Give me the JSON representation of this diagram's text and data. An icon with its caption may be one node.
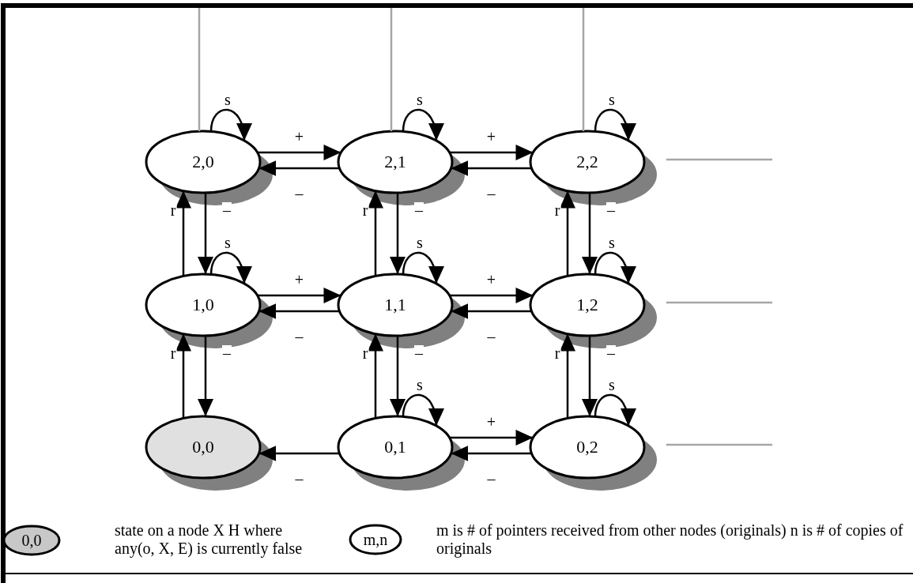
{
  "diagram": {
    "nodes": [
      {
        "text": [
          "2,0"
        ]
      },
      {
        "text": [
          "2,1"
        ]
      },
      {
        "text": [
          "2,2"
        ]
      },
      {
        "text": [
          "1,0"
        ]
      },
      {
        "text": [
          "1,1"
        ]
      },
      {
        "text": [
          "1,2"
        ]
      },
      {
        "text": [
          "0,0"
        ]
      },
      {
        "text": [
          "0,1"
        ]
      },
      {
        "text": [
          "0,2"
        ]
      },
      {
        "text": [
          "0,0"
        ],
        "beside": [
          "state on a node X H where any(o, X, E) is currently false"
        ]
      },
      {
        "text": [
          "m,n"
        ],
        "beside": [
          "m is # of pointers received from other nodes (originals) n is # of copies of originals"
        ]
      }
    ],
    "edges": [
      {
        "from": 0,
        "to": 1,
        "arrow": "to",
        "label": "+"
      },
      {
        "from": 1,
        "to": 0,
        "arrow": "to",
        "label": "–"
      },
      {
        "from": 1,
        "to": 2,
        "arrow": "to",
        "label": "+"
      },
      {
        "from": 2,
        "to": 1,
        "arrow": "to",
        "label": "–"
      },
      {
        "from": 3,
        "to": 4,
        "arrow": "to",
        "label": "+"
      },
      {
        "from": 4,
        "to": 3,
        "arrow": "to",
        "label": "–"
      },
      {
        "from": 4,
        "to": 5,
        "arrow": "to",
        "label": "+"
      },
      {
        "from": 5,
        "to": 4,
        "arrow": "to",
        "label": "–"
      },
      {
        "from": 7,
        "to": 6,
        "arrow": "to",
        "label": "–"
      },
      {
        "from": 7,
        "to": 8,
        "arrow": "to",
        "label": "+"
      },
      {
        "from": 8,
        "to": 7,
        "arrow": "to",
        "label": "–"
      },
      {
        "from": 3,
        "to": 0,
        "arrow": "to",
        "label": "r"
      },
      {
        "from": 0,
        "to": 3,
        "arrow": "to",
        "label": "–"
      },
      {
        "from": 4,
        "to": 1,
        "arrow": "to",
        "label": "r"
      },
      {
        "from": 1,
        "to": 4,
        "arrow": "to",
        "label": "–"
      },
      {
        "from": 5,
        "to": 2,
        "arrow": "to",
        "label": "r"
      },
      {
        "from": 2,
        "to": 5,
        "arrow": "to",
        "label": "–"
      },
      {
        "from": 6,
        "to": 3,
        "arrow": "to",
        "label": "r"
      },
      {
        "from": 3,
        "to": 6,
        "arrow": "to",
        "label": "–"
      },
      {
        "from": 7,
        "to": 4,
        "arrow": "to",
        "label": "r"
      },
      {
        "from": 4,
        "to": 7,
        "arrow": "to",
        "label": "–"
      },
      {
        "from": 8,
        "to": 5,
        "arrow": "to",
        "label": "r"
      },
      {
        "from": 5,
        "to": 8,
        "arrow": "to",
        "label": "–"
      },
      {
        "from": 0,
        "to": 0,
        "arrow": "to",
        "label": "s"
      },
      {
        "from": 1,
        "to": 1,
        "arrow": "to",
        "label": "s"
      },
      {
        "from": 2,
        "to": 2,
        "arrow": "to",
        "label": "s"
      },
      {
        "from": 3,
        "to": 3,
        "arrow": "to",
        "label": "s"
      },
      {
        "from": 4,
        "to": 4,
        "arrow": "to",
        "label": "s"
      },
      {
        "from": 5,
        "to": 5,
        "arrow": "to",
        "label": "s"
      },
      {
        "from": 7,
        "to": 7,
        "arrow": "to",
        "label": "s"
      },
      {
        "from": 8,
        "to": 8,
        "arrow": "to",
        "label": "s"
      },
      {
        "from": null,
        "to": 0,
        "arrow": "none",
        "color": "#a6a6a6"
      },
      {
        "from": null,
        "to": 1,
        "arrow": "none",
        "color": "#a6a6a6"
      },
      {
        "from": null,
        "to": 2,
        "arrow": "none",
        "color": "#a6a6a6"
      },
      {
        "from": null,
        "to": 2,
        "arrow": "none",
        "color": "#a6a6a6"
      },
      {
        "from": null,
        "to": 5,
        "arrow": "none",
        "color": "#a6a6a6"
      },
      {
        "from": null,
        "to": 8,
        "arrow": "none",
        "color": "#a6a6a6"
      }
    ]
  }
}
